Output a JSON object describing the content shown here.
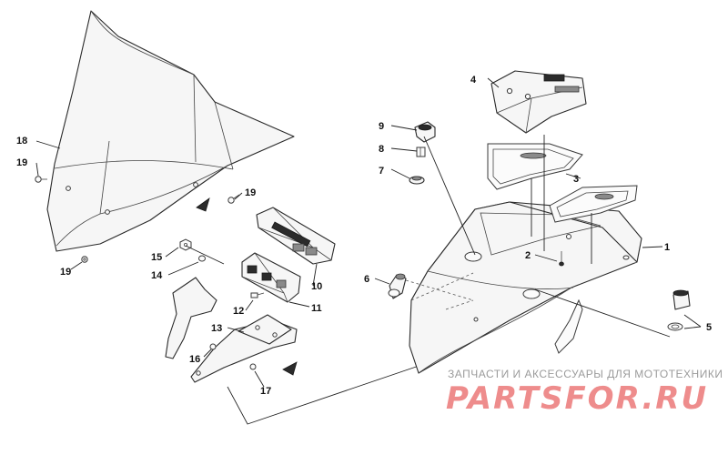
{
  "callouts": {
    "c1": "1",
    "c2": "2",
    "c3": "3",
    "c4": "4",
    "c5": "5",
    "c6": "6",
    "c7": "7",
    "c8": "8",
    "c9": "9",
    "c10": "10",
    "c11": "11",
    "c12": "12",
    "c13": "13",
    "c14": "14",
    "c15": "15",
    "c16": "16",
    "c17": "17",
    "c18": "18",
    "c19a": "19",
    "c19b": "19",
    "c19c": "19"
  },
  "watermark": {
    "subtitle": "ЗАПЧАСТИ И АКСЕССУАРЫ ДЛЯ МОТОТЕХНИКИ",
    "logo": "PARTSFOR.RU",
    "logo_color": "#ee8c8c"
  }
}
